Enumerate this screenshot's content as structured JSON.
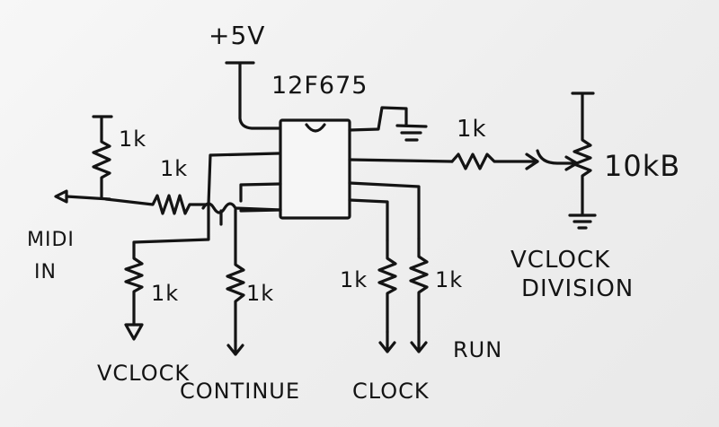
{
  "diagram": {
    "supply": "+5V",
    "chip": "12F675",
    "resistors": {
      "pullup": "1k",
      "midi_series": "1k",
      "vclock_pulldown": "1k",
      "continue_pulldown": "1k",
      "clock_pulldown": "1k",
      "run_pulldown": "1k",
      "pot_series": "1k",
      "pot": "10kB"
    },
    "labels": {
      "midi_in_1": "MIDI",
      "midi_in_2": "IN",
      "vclock": "VCLOCK",
      "continue": "CONTINUE",
      "clock": "CLOCK",
      "run": "RUN",
      "vclock_division_1": "VCLOCK",
      "vclock_division_2": "DIVISION"
    }
  }
}
